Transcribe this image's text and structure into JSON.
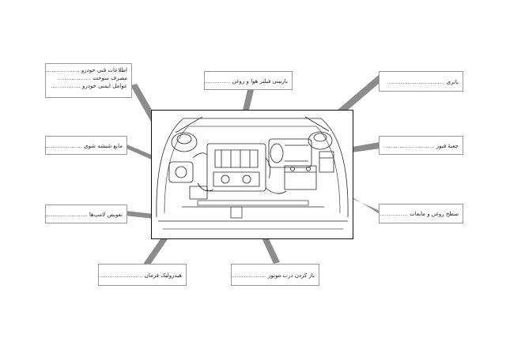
{
  "labels": {
    "vehicle_info": {
      "line1": "اطلاعات فنی خودرو",
      "line2": "مصرف سوخت",
      "line3": "عوامل ایمنی خودرو",
      "dots1": "...................",
      "dots2": "...................",
      "dots3": "................."
    },
    "oil_filter": {
      "text": "بازبینی فیلتر هوا و روغن",
      "dots": "................."
    },
    "battery": {
      "text": "باتری",
      "dots": "................................"
    },
    "washer_fluid": {
      "text": "مایع شیشه شوی",
      "dots": "..........................."
    },
    "fuse_box": {
      "text": "جعبهٔ فیوز",
      "dots": "............................."
    },
    "lamp_replacement": {
      "text": "تعویض لامپ‌ها",
      "dots": "........................."
    },
    "oil_fluid_levels": {
      "text": "سطح روغن و مایعات",
      "dots": "......................."
    },
    "power_steering": {
      "text": "هیدرولیک فرمان",
      "dots": "..........................."
    },
    "open_hood": {
      "text": "باز کردن درب موتور",
      "dots": "........................"
    }
  },
  "colors": {
    "leader": "#8c8c8c",
    "frame": "#111111",
    "box_border": "#9a9a9a"
  }
}
